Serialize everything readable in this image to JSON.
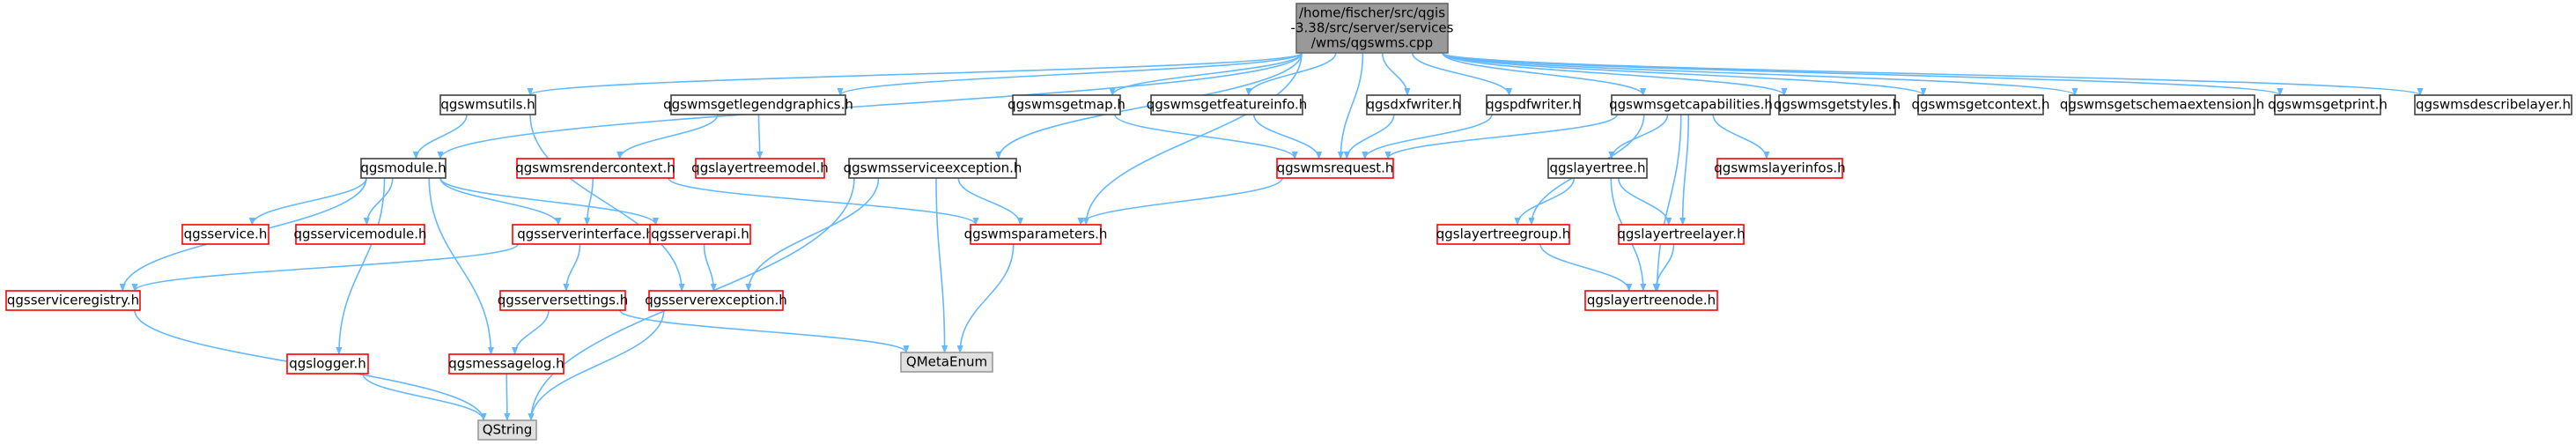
{
  "colors": {
    "edge": "#63b8ff",
    "root_fill": "#999999",
    "root_border": "#666666",
    "normal_fill": "#ffffff",
    "normal_border": "#404040",
    "missing_border": "#ff0000",
    "external_fill": "#e0e0e0",
    "external_border": "#999999"
  },
  "nodes": [
    {
      "id": "root",
      "kind": "root",
      "lines": [
        "/home/fischer/src/qgis",
        "-3.38/src/server/services",
        "/wms/qgswms.cpp"
      ]
    },
    {
      "id": "wmsutils",
      "kind": "normal",
      "lines": [
        "qgswmsutils.h"
      ]
    },
    {
      "id": "getlegend",
      "kind": "normal",
      "lines": [
        "qgswmsgetlegendgraphics.h"
      ]
    },
    {
      "id": "getmap",
      "kind": "normal",
      "lines": [
        "qgswmsgetmap.h"
      ]
    },
    {
      "id": "getfeatureinfo",
      "kind": "normal",
      "lines": [
        "qgswmsgetfeatureinfo.h"
      ]
    },
    {
      "id": "dxfwriter",
      "kind": "normal",
      "lines": [
        "qgsdxfwriter.h"
      ]
    },
    {
      "id": "pdfwriter",
      "kind": "normal",
      "lines": [
        "qgspdfwriter.h"
      ]
    },
    {
      "id": "getcaps",
      "kind": "normal",
      "lines": [
        "qgswmsgetcapabilities.h"
      ]
    },
    {
      "id": "getstyles",
      "kind": "normal",
      "lines": [
        "qgswmsgetstyles.h"
      ]
    },
    {
      "id": "getcontext",
      "kind": "normal",
      "lines": [
        "qgswmsgetcontext.h"
      ]
    },
    {
      "id": "getschema",
      "kind": "normal",
      "lines": [
        "qgswmsgetschemaextension.h"
      ]
    },
    {
      "id": "getprint",
      "kind": "normal",
      "lines": [
        "qgswmsgetprint.h"
      ]
    },
    {
      "id": "describelayer",
      "kind": "normal",
      "lines": [
        "qgswmsdescribelayer.h"
      ]
    },
    {
      "id": "module",
      "kind": "normal",
      "lines": [
        "qgsmodule.h"
      ]
    },
    {
      "id": "rendercontext",
      "kind": "missing",
      "lines": [
        "qgswmsrendercontext.h"
      ]
    },
    {
      "id": "layertreemodel",
      "kind": "missing",
      "lines": [
        "qgslayertreemodel.h"
      ]
    },
    {
      "id": "serviceexception",
      "kind": "normal",
      "lines": [
        "qgswmsserviceexception.h"
      ]
    },
    {
      "id": "request",
      "kind": "missing",
      "lines": [
        "qgswmsrequest.h"
      ]
    },
    {
      "id": "layertree",
      "kind": "normal",
      "lines": [
        "qgslayertree.h"
      ]
    },
    {
      "id": "layerinfos",
      "kind": "missing",
      "lines": [
        "qgswmslayerinfos.h"
      ]
    },
    {
      "id": "service",
      "kind": "missing",
      "lines": [
        "qgsservice.h"
      ]
    },
    {
      "id": "servicemodule",
      "kind": "missing",
      "lines": [
        "qgsservicemodule.h"
      ]
    },
    {
      "id": "serverinterface",
      "kind": "missing",
      "lines": [
        "qgsserverinterface.h"
      ]
    },
    {
      "id": "serverapi",
      "kind": "missing",
      "lines": [
        "qgsserverapi.h"
      ]
    },
    {
      "id": "parameters",
      "kind": "missing",
      "lines": [
        "qgswmsparameters.h"
      ]
    },
    {
      "id": "layertreegroup",
      "kind": "missing",
      "lines": [
        "qgslayertreegroup.h"
      ]
    },
    {
      "id": "layertreelayer",
      "kind": "missing",
      "lines": [
        "qgslayertreelayer.h"
      ]
    },
    {
      "id": "serviceregistry",
      "kind": "missing",
      "lines": [
        "qgsserviceregistry.h"
      ]
    },
    {
      "id": "serversettings",
      "kind": "missing",
      "lines": [
        "qgsserversettings.h"
      ]
    },
    {
      "id": "serverexception",
      "kind": "missing",
      "lines": [
        "qgsserverexception.h"
      ]
    },
    {
      "id": "layertreenode",
      "kind": "missing",
      "lines": [
        "qgslayertreenode.h"
      ]
    },
    {
      "id": "logger",
      "kind": "missing",
      "lines": [
        "qgslogger.h"
      ]
    },
    {
      "id": "messagelog",
      "kind": "missing",
      "lines": [
        "qgsmessagelog.h"
      ]
    },
    {
      "id": "qmetaenum",
      "kind": "external",
      "lines": [
        "QMetaEnum"
      ]
    },
    {
      "id": "qstring",
      "kind": "external",
      "lines": [
        "QString"
      ]
    }
  ],
  "edges": [
    [
      "root",
      "wmsutils"
    ],
    [
      "root",
      "getlegend"
    ],
    [
      "root",
      "getmap"
    ],
    [
      "root",
      "getfeatureinfo"
    ],
    [
      "root",
      "dxfwriter"
    ],
    [
      "root",
      "pdfwriter"
    ],
    [
      "root",
      "getcaps"
    ],
    [
      "root",
      "getstyles"
    ],
    [
      "root",
      "getcontext"
    ],
    [
      "root",
      "getschema"
    ],
    [
      "root",
      "getprint"
    ],
    [
      "root",
      "describelayer"
    ],
    [
      "root",
      "module"
    ],
    [
      "root",
      "serviceexception"
    ],
    [
      "root",
      "request"
    ],
    [
      "root",
      "parameters"
    ],
    [
      "wmsutils",
      "module"
    ],
    [
      "wmsutils",
      "serverexception"
    ],
    [
      "getlegend",
      "rendercontext"
    ],
    [
      "getlegend",
      "layertreemodel"
    ],
    [
      "getmap",
      "request"
    ],
    [
      "getfeatureinfo",
      "request"
    ],
    [
      "dxfwriter",
      "request"
    ],
    [
      "pdfwriter",
      "request"
    ],
    [
      "getcaps",
      "request"
    ],
    [
      "getcaps",
      "layertree"
    ],
    [
      "getcaps",
      "layerinfos"
    ],
    [
      "getcaps",
      "layertreegroup"
    ],
    [
      "getcaps",
      "layertreelayer"
    ],
    [
      "getcaps",
      "layertreenode"
    ],
    [
      "module",
      "service"
    ],
    [
      "module",
      "servicemodule"
    ],
    [
      "module",
      "serverinterface"
    ],
    [
      "module",
      "serverapi"
    ],
    [
      "module",
      "serviceregistry"
    ],
    [
      "module",
      "logger"
    ],
    [
      "module",
      "messagelog"
    ],
    [
      "rendercontext",
      "serverinterface"
    ],
    [
      "rendercontext",
      "parameters"
    ],
    [
      "serviceexception",
      "parameters"
    ],
    [
      "serviceexception",
      "serverexception"
    ],
    [
      "serviceexception",
      "qmetaenum"
    ],
    [
      "serviceexception",
      "qstring"
    ],
    [
      "request",
      "parameters"
    ],
    [
      "layertree",
      "layertreegroup"
    ],
    [
      "layertree",
      "layertreelayer"
    ],
    [
      "layertree",
      "layertreenode"
    ],
    [
      "serverinterface",
      "serviceregistry"
    ],
    [
      "serverinterface",
      "serversettings"
    ],
    [
      "serverapi",
      "serverexception"
    ],
    [
      "parameters",
      "qmetaenum"
    ],
    [
      "layertreegroup",
      "layertreenode"
    ],
    [
      "layertreelayer",
      "layertreenode"
    ],
    [
      "serviceregistry",
      "qstring"
    ],
    [
      "serversettings",
      "messagelog"
    ],
    [
      "serversettings",
      "qmetaenum"
    ],
    [
      "serverexception",
      "qstring"
    ],
    [
      "logger",
      "qstring"
    ],
    [
      "messagelog",
      "qstring"
    ]
  ]
}
